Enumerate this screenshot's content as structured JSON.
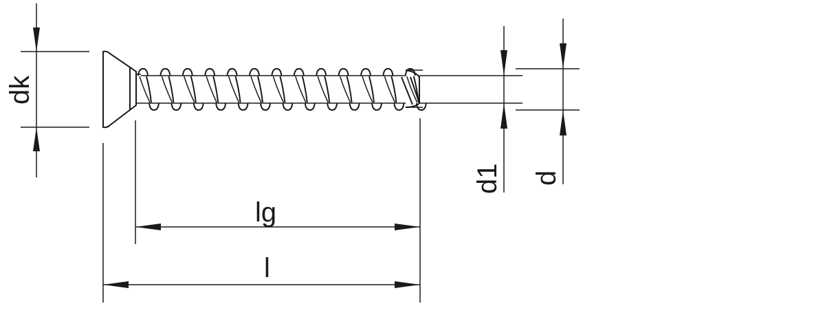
{
  "drawing": {
    "labels": {
      "dk": "dk",
      "lg": "lg",
      "l": "l",
      "d1": "d1",
      "d": "d"
    },
    "colors": {
      "line": "#1a1a1a",
      "background": "#ffffff"
    }
  }
}
